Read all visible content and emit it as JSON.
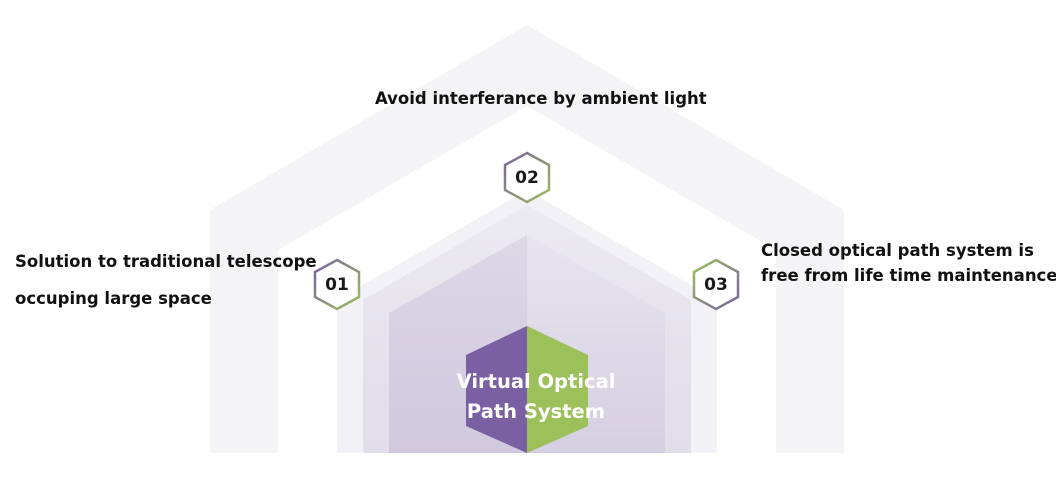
{
  "center": {
    "line1": "Virtual Optical",
    "line2": "Path System"
  },
  "features": [
    {
      "number": "01",
      "text_line1": "Solution to traditional telescope",
      "text_line2": "occuping large space"
    },
    {
      "number": "02",
      "text_line1": "Avoid interferance by ambient light"
    },
    {
      "number": "03",
      "text_line1": "Closed optical path system is",
      "text_line2": "free from life time maintenance"
    }
  ],
  "colors": {
    "outer_house": "#f4f4f8",
    "purple": "#7b5fa3",
    "green": "#9cc05a",
    "badge_border_left": "#7b5fa3",
    "badge_border_right": "#9cc05a"
  }
}
